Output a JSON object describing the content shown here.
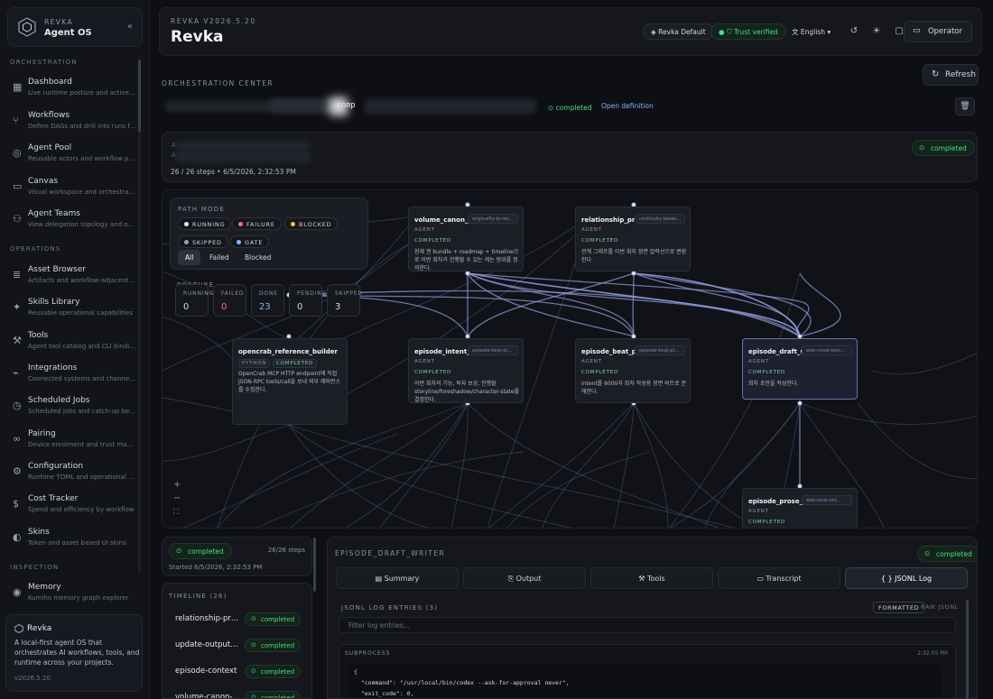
{
  "colors": {
    "accent": "#8ab4f8",
    "success": "#4ade80",
    "edge": "#8c98d8",
    "background": "#0d0f14"
  },
  "sidebar": {
    "brand_small": "REVKA",
    "brand_name": "Agent OS",
    "collapse_icon": "chevrons-left-icon",
    "sections": {
      "orchestration": "ORCHESTRATION",
      "operations": "OPERATIONS",
      "inspection": "INSPECTION"
    },
    "items": [
      {
        "title": "Dashboard",
        "sub": "Live runtime posture and active work",
        "icon": "grid-icon"
      },
      {
        "title": "Workflows",
        "sub": "Define DAGs and drill into runs fast",
        "icon": "workflow-icon"
      },
      {
        "title": "Agent Pool",
        "sub": "Reusable actors and workflow pairing",
        "icon": "agents-icon"
      },
      {
        "title": "Canvas",
        "sub": "Visual workspace and orchestration",
        "icon": "monitor-icon"
      },
      {
        "title": "Agent Teams",
        "sub": "View delegation topology and ownership",
        "icon": "team-icon"
      },
      {
        "title": "Asset Browser",
        "sub": "Artifacts and workflow-adjacent resources",
        "icon": "database-icon"
      },
      {
        "title": "Skills Library",
        "sub": "Reusable operational capabilities",
        "icon": "sparkle-icon"
      },
      {
        "title": "Tools",
        "sub": "Agent tool catalog and CLI bindings",
        "icon": "wrench-icon"
      },
      {
        "title": "Integrations",
        "sub": "Connected systems and channel setup",
        "icon": "plug-icon"
      },
      {
        "title": "Scheduled Jobs",
        "sub": "Scheduled jobs and catch-up behavior",
        "icon": "clock-icon"
      },
      {
        "title": "Pairing",
        "sub": "Device enrolment and trust management",
        "icon": "link-icon"
      },
      {
        "title": "Configuration",
        "sub": "Runtime TOML and operational controls",
        "icon": "gear-icon"
      },
      {
        "title": "Cost Tracker",
        "sub": "Spend and efficiency by workflow",
        "icon": "dollar-icon"
      },
      {
        "title": "Skins",
        "sub": "Token and asset based UI skins",
        "icon": "palette-icon"
      },
      {
        "title": "Memory",
        "sub": "Kumiho memory graph explorer",
        "icon": "memory-icon"
      }
    ],
    "card": {
      "title": "Revka",
      "desc": "A local-first agent OS that orchestrates AI workflows, tools, and runtime across your projects.",
      "version": "v2026.5.20"
    }
  },
  "header": {
    "version": "REVKA V2026.5.20",
    "title": "Revka",
    "skin": "Revka Default",
    "trust": "Trust verified",
    "language": "English",
    "operator": "Operator"
  },
  "main": {
    "section_label": "ORCHESTRATION CENTER",
    "refresh": "Refresh",
    "wf_fragment": "comp",
    "wf_status": "completed",
    "open_definition": "Open definition",
    "run_status": "completed",
    "run_meta": "26 / 26 steps  •  6/5/2026, 2:32:53 PM"
  },
  "graph": {
    "path_mode_label": "PATH MODE",
    "chips": [
      {
        "label": "RUNNING",
        "color": "#e4e7ec"
      },
      {
        "label": "FAILURE",
        "color": "#f87171"
      },
      {
        "label": "BLOCKED",
        "color": "#fbbf24"
      },
      {
        "label": "SKIPPED",
        "color": "#9aa1ae"
      },
      {
        "label": "GATE",
        "color": "#8ab4f8"
      }
    ],
    "filters": [
      "All",
      "Failed",
      "Blocked"
    ],
    "posture_label": "POSTURE",
    "posture": [
      {
        "label": "RUNNING",
        "value": "0",
        "color": "#d4d8e0"
      },
      {
        "label": "FAILED",
        "value": "0",
        "color": "#f87171"
      },
      {
        "label": "DONE",
        "value": "23",
        "color": "#8ab4f8"
      },
      {
        "label": "PENDING",
        "value": "0",
        "color": "#d4d8e0"
      },
      {
        "label": "SKIPPED",
        "value": "3",
        "color": "#d4d8e0"
      }
    ],
    "nodes": [
      {
        "title": "volume_canon_a...",
        "tag": "originality-ip-rev...",
        "kind": "AGENT",
        "status": "COMPLETED",
        "desc": "현재 권 bundle + roadmap + timeline으로 이번 회차가 진행할 수 있는 캐논 범위를 정의한다."
      },
      {
        "title": "relationship_pre...",
        "tag": "continuity-keeke...",
        "kind": "AGENT",
        "status": "COMPLETED",
        "desc": "관계 그래프를 이번 회차 장면 압력선으로 변환한다."
      },
      {
        "title": "opencrab_reference_builder",
        "tag": "",
        "kind": "PYTHON",
        "status": "COMPLETED",
        "desc": "OpenCrab MCP HTTP endpoint에 직접 JSON-RPC tools/call을 보내 외부 레퍼런스를 수집한다."
      },
      {
        "title": "episode_intent_...",
        "tag": "episode-beat-pl...",
        "kind": "AGENT",
        "status": "COMPLETED",
        "desc": "이번 회차의 기능, 독자 보상, 진행할 storyline/foreshadow/character-state를 결정한다."
      },
      {
        "title": "episode_beat_pl...",
        "tag": "episode-beat-pl...",
        "kind": "AGENT",
        "status": "COMPLETED",
        "desc": "intent를 6000자 회차 작성용 장면 비트로 분해한다."
      },
      {
        "title": "episode_draft_w...",
        "tag": "web-novel-epis...",
        "kind": "AGENT",
        "status": "COMPLETED",
        "desc": "회차 초안을 작성한다."
      },
      {
        "title": "episode_prose_r...",
        "tag": "web-local-pro...",
        "kind": "AGENT",
        "status": "COMPLETED",
        "desc": ""
      }
    ]
  },
  "timeline": {
    "status": "completed",
    "steps": "26/26 steps",
    "started": "Started 6/5/2026, 2:32:53 PM",
    "label": "TIMELINE (26)",
    "rows": [
      {
        "name": "relationship-pressure",
        "status": "completed"
      },
      {
        "name": "update-output-bundle",
        "status": "completed"
      },
      {
        "name": "episode-context",
        "status": "completed"
      },
      {
        "name": "volume-canon-align",
        "status": "completed"
      }
    ]
  },
  "detail": {
    "title": "EPISODE_DRAFT_WRITER",
    "status": "completed",
    "tabs": [
      "Summary",
      "Output",
      "Tools",
      "Transcript",
      "{ }  JSONL Log"
    ],
    "log_label": "JSONL LOG ENTRIES (3)",
    "formatted": "FORMATTED",
    "raw": "RAW JSONL",
    "filter_placeholder": "Filter log entries...",
    "entry_kind": "SUBPROCESS",
    "entry_time": "2:32:05 PM",
    "code_lines": [
      "{",
      "  \"command\": \"/usr/local/bin/codex --ask-for-approval never\",",
      "  \"exit_code\": 0,"
    ]
  }
}
